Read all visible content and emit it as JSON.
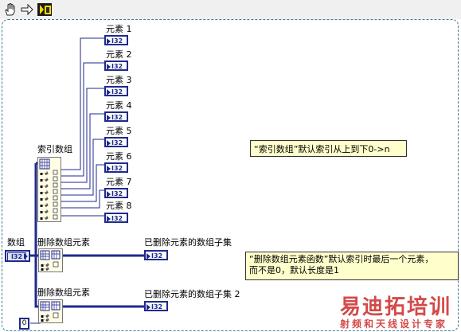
{
  "toolbar": {
    "hand_icon": "hand-pointer-icon",
    "arrow_icon": "right-arrow-icon",
    "highlight_icon": "highlight-execution-icon"
  },
  "diagram": {
    "index_array_label": "索引数组",
    "delete1_label": "删除数组元素",
    "delete2_label": "删除数组元素",
    "array_label": "数组",
    "array_type": "I32",
    "const_value": "0",
    "subset1_label": "已删除元素的数组子集",
    "subset2_label": "已删除元素的数组子集 2",
    "elements": [
      {
        "label": "元素 1",
        "type": "I32"
      },
      {
        "label": "元素 2",
        "type": "I32"
      },
      {
        "label": "元素 3",
        "type": "I32"
      },
      {
        "label": "元素 4",
        "type": "I32"
      },
      {
        "label": "元素 5",
        "type": "I32"
      },
      {
        "label": "元素 6",
        "type": "I32"
      },
      {
        "label": "元素 7",
        "type": "I32"
      },
      {
        "label": "元素 8",
        "type": "I32"
      }
    ],
    "subset1_type": "I32",
    "subset2_type": "I32"
  },
  "comments": {
    "index_comment": "“索引数组”默认索引从上到下0->n",
    "delete_comment_line1": "“删除数组元素函数”默认索引时最后一个元素，",
    "delete_comment_line2": "而不是0，默认长度是1"
  },
  "watermark": {
    "brand": "易迪拓培训",
    "slogan": "射频和天线设计专家"
  },
  "colors": {
    "wire": "#1f2a8c",
    "border": "#3a7a8c",
    "comment_bg": "#ffffcc",
    "watermark": "#cc2a2a"
  }
}
